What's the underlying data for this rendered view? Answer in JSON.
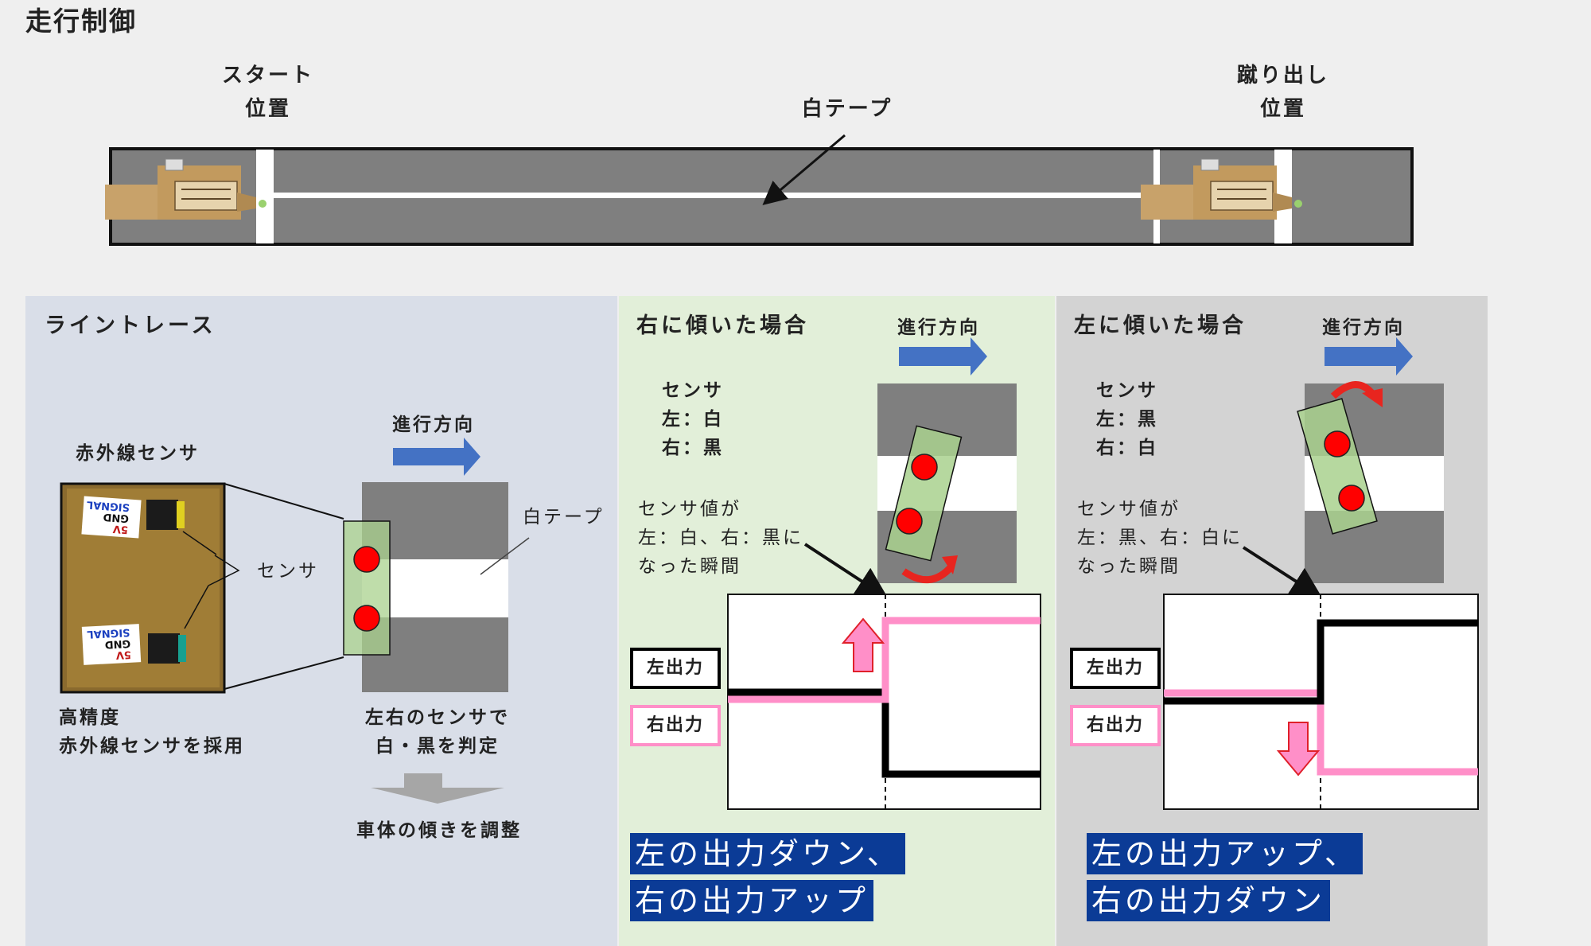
{
  "title": "走行制御",
  "track": {
    "start_label_line1": "スタート",
    "start_label_line2": "位置",
    "kick_label_line1": "蹴り出し",
    "kick_label_line2": "位置",
    "tape_label": "白テープ"
  },
  "line_trace": {
    "title": "ライントレース",
    "ir_sensor_label": "赤外線センサ",
    "direction_label": "進行方向",
    "sensor_callout": "センサ",
    "tape_label": "白テープ",
    "board_top_text": [
      "5V",
      "GND",
      "SIGNAL"
    ],
    "board_bottom_text": [
      "5V",
      "GND",
      "SIGNAL"
    ],
    "caption_left_line1": "高精度",
    "caption_left_line2": "赤外線センサを採用",
    "caption_mid_line1": "左右のセンサで",
    "caption_mid_line2": "白・黒を判定",
    "result": "車体の傾きを調整"
  },
  "tilt_right": {
    "title": "右に傾いた場合",
    "direction_label": "進行方向",
    "sensor_line1": "センサ",
    "sensor_line2": "左：白",
    "sensor_line3": "右：黒",
    "note_line1": "センサ値が",
    "note_line2": "左：白、右：黒に",
    "note_line3": "なった瞬間",
    "left_output": "左出力",
    "right_output": "右出力",
    "banner_line1": "左の出力ダウン、",
    "banner_line2": "右の出力アップ"
  },
  "tilt_left": {
    "title": "左に傾いた場合",
    "direction_label": "進行方向",
    "sensor_line1": "センサ",
    "sensor_line2": "左：黒",
    "sensor_line3": "右：白",
    "note_line1": "センサ値が",
    "note_line2": "左：黒、右：白に",
    "note_line3": "なった瞬間",
    "left_output": "左出力",
    "right_output": "右出力",
    "banner_line1": "左の出力アップ、",
    "banner_line2": "右の出力ダウン"
  },
  "colors": {
    "track": "#7f7f7f",
    "panel_line_trace": "#d9dee8",
    "panel_right": "#e2efd9",
    "panel_left": "#d3d3d3",
    "arrow_blue": "#4472c4",
    "sensor_red": "#ff0000",
    "sensor_body": "#a9d18e",
    "pink_signal": "#ff8fc8",
    "banner": "#0b3b96",
    "turn_arrow": "#e8251f"
  }
}
